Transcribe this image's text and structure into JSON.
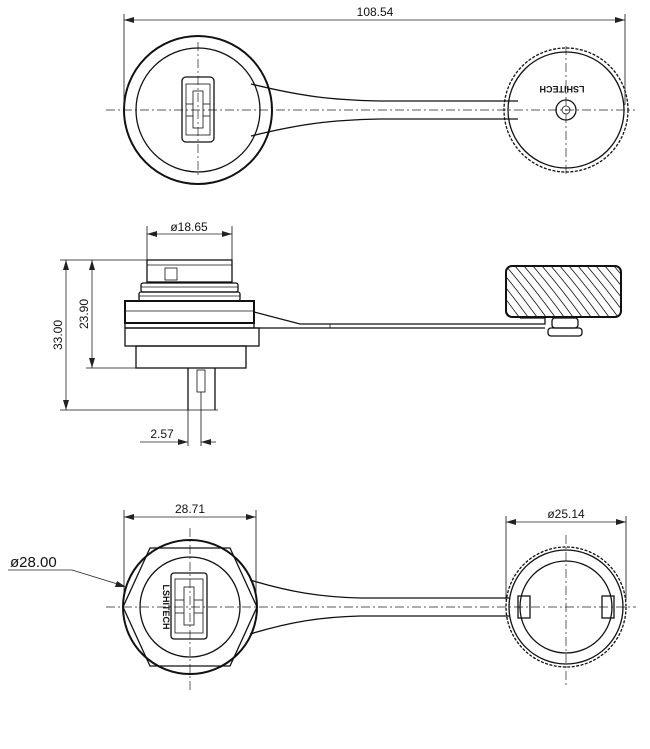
{
  "dimensions": {
    "overall_length": "108.54",
    "receptacle_diameter": "ø18.65",
    "height_total": "33.00",
    "height_body": "23.90",
    "pin_offset": "2.57",
    "flange_width": "28.71",
    "cap_diameter": "ø25.14",
    "panel_diameter": "ø28.00"
  },
  "branding": {
    "cap_logo": "LSHITECH",
    "face_logo": "LSHITECH"
  }
}
